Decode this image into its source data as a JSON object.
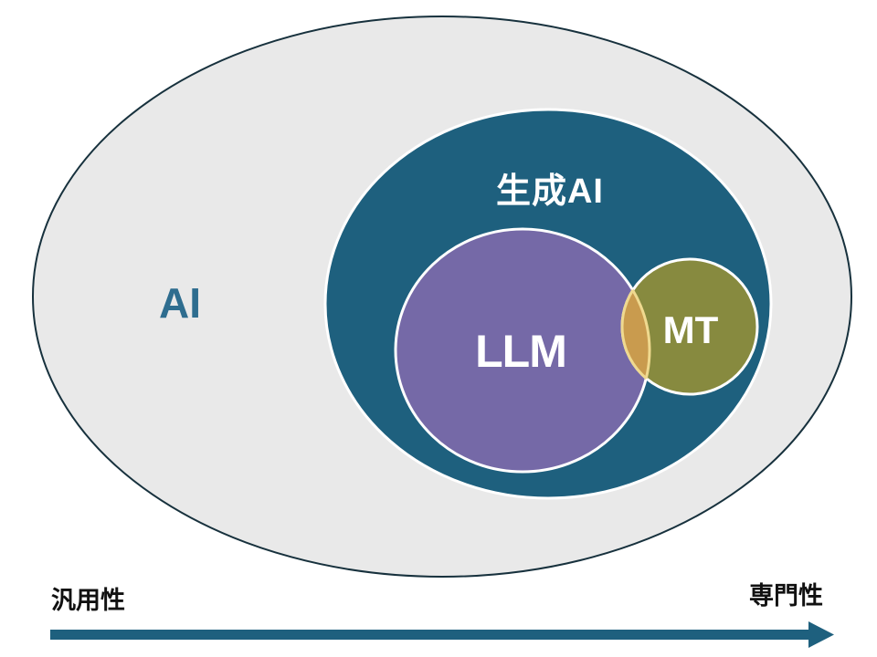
{
  "diagram": {
    "sets": {
      "ai": {
        "label": "AI"
      },
      "genai": {
        "label": "生成AI"
      },
      "llm": {
        "label": "LLM"
      },
      "mt": {
        "label": "MT"
      }
    },
    "axis": {
      "left_label": "汎用性",
      "right_label": "専門性"
    },
    "colors": {
      "background": "#FFFFFF",
      "ai_fill": "#E9E9E9",
      "ai_outline": "#17313D",
      "ai_label": "#2E6D8F",
      "genai_fill": "#1E607E",
      "llm_fill": "#7569A7",
      "mt_fill": "#878A3F",
      "overlap_fill": "#C99B4E",
      "overlap_edge": "#EFD98F",
      "circle_edge": "#FFFFFF",
      "label_light": "#FFFFFF",
      "axis_text": "#111111",
      "arrow": "#1E607E"
    }
  }
}
